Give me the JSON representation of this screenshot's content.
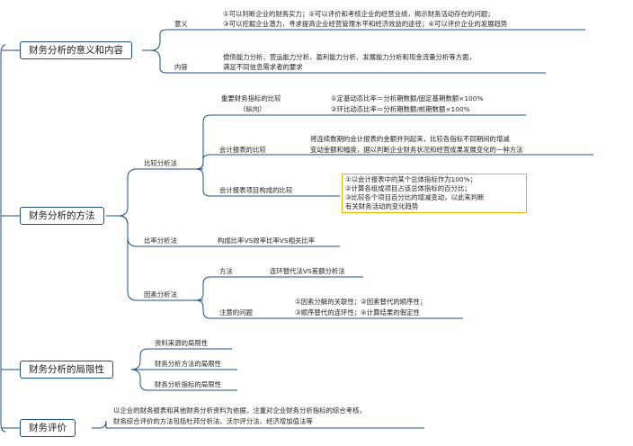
{
  "nodes": {
    "n1": {
      "label": "财务分析的意义和内容",
      "children": {
        "meaning": {
          "label": "意义",
          "lines": [
            "①可以判断企业的财务实力；②可以评价和考核企业的经营业绩，揭示财务活动存在的问题；",
            "③可以挖掘企业潜力，寻求提高企业经营管理水平和经济效益的途径；④可以评价企业的发展趋势"
          ]
        },
        "content": {
          "label": "内容",
          "lines": [
            "偿债能力分析、营运能力分析、盈利能力分析、发展能力分析和现金流量分析等方面，",
            "满足不同信息需求者的要求"
          ]
        }
      }
    },
    "n2": {
      "label": "财务分析的方法",
      "compare": {
        "label": "比较分析法",
        "important": {
          "label": "重要财务指标的比较",
          "sublabel": "（纵向）",
          "lines": [
            "①定基动态比率＝分析期数额/固定基期数额×100%",
            "②环比动态比率＝分析期数额/前期数额×100%"
          ]
        },
        "statements": {
          "label": "会计报表的比较",
          "lines": [
            "将连续数期的会计报表的金额并列起来，比较各指标不同期间的增减",
            "变动金额和幅度，据以判断企业财务状况和经营成果发展变化的一种方法"
          ]
        },
        "items": {
          "label": "会计报表项目构成的比较",
          "lines": [
            "①以会计报表中的某个总体指标作为100%；",
            "②计算各组成项目占该总体指标的百分比；",
            "③比较各个项目百分比的增减变动，以此来判断",
            "有关财务活动的变化趋势"
          ]
        }
      },
      "ratio": {
        "label": "比率分析法",
        "detail": "构成比率VS效率比率VS相关比率"
      },
      "factor": {
        "label": "因素分析法",
        "method": {
          "label": "方法",
          "detail": "连环替代法VS差额分析法"
        },
        "issues": {
          "label": "注意的问题",
          "lines": [
            "①因素分解的关联性；②因素替代的顺序性；",
            "③顺序替代的连环性；④计算结果的假定性"
          ]
        }
      }
    },
    "n3": {
      "label": "财务分析的局限性",
      "children": [
        "资料来源的局限性",
        "财务分析方法的局限性",
        "财务分析指标的局限性"
      ]
    },
    "n4": {
      "label": "财务评价",
      "lines": [
        "以企业的财务报表和其他财务分析资料为依据，注重对企业财务分析指标的综合考核，",
        "财务综合评价的方法包括杜邦分析法、沃尔评分法、经济增加值法等"
      ]
    }
  },
  "colors": {
    "line": "#1f4f86",
    "highlight_border": "#f0b400"
  }
}
